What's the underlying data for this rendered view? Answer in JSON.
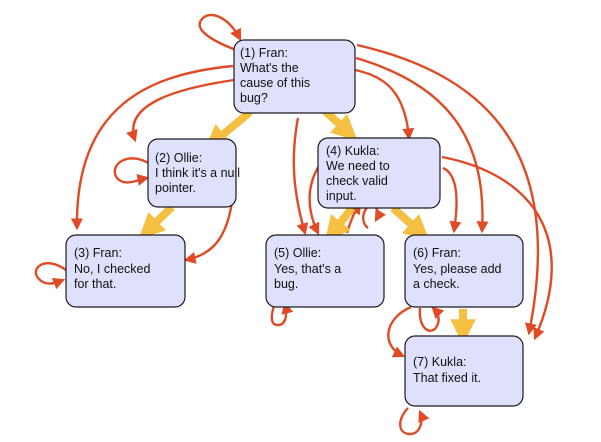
{
  "diagram": {
    "nodes": [
      {
        "id": "n1",
        "lines": [
          "(1) Fran:",
          "What's the",
          "cause of this",
          "bug?"
        ]
      },
      {
        "id": "n2",
        "lines": [
          "(2) Ollie:",
          "I think it's a null",
          "pointer."
        ]
      },
      {
        "id": "n3",
        "lines": [
          "(3) Fran:",
          "No, I checked",
          "for that."
        ]
      },
      {
        "id": "n4",
        "lines": [
          "(4) Kukla:",
          "We need to",
          "check valid",
          "input."
        ]
      },
      {
        "id": "n5",
        "lines": [
          "(5) Ollie:",
          "Yes, that's a",
          "bug."
        ]
      },
      {
        "id": "n6",
        "lines": [
          "(6) Fran:",
          "Yes, please add",
          "a check."
        ]
      },
      {
        "id": "n7",
        "lines": [
          "(7) Kukla:",
          "That fixed it."
        ]
      }
    ],
    "colors": {
      "node_fill": "#dfe0fb",
      "node_border": "#1a1a1a",
      "red_edge": "#e04a25",
      "yellow_edge": "#f5bf42"
    },
    "yellow_edges": [
      {
        "from": "n1",
        "to": "n2"
      },
      {
        "from": "n1",
        "to": "n4"
      },
      {
        "from": "n2",
        "to": "n3"
      },
      {
        "from": "n4",
        "to": "n5"
      },
      {
        "from": "n4",
        "to": "n6"
      },
      {
        "from": "n6",
        "to": "n7"
      }
    ],
    "red_edges": [
      {
        "from": "n1",
        "to": "n1"
      },
      {
        "from": "n1",
        "to": "n2"
      },
      {
        "from": "n1",
        "to": "n3"
      },
      {
        "from": "n1",
        "to": "n4"
      },
      {
        "from": "n1",
        "to": "n5"
      },
      {
        "from": "n1",
        "to": "n6"
      },
      {
        "from": "n1",
        "to": "n7"
      },
      {
        "from": "n2",
        "to": "n2"
      },
      {
        "from": "n2",
        "to": "n3"
      },
      {
        "from": "n3",
        "to": "n3"
      },
      {
        "from": "n4",
        "to": "n4"
      },
      {
        "from": "n4",
        "to": "n5"
      },
      {
        "from": "n4",
        "to": "n6"
      },
      {
        "from": "n4",
        "to": "n7"
      },
      {
        "from": "n5",
        "to": "n4"
      },
      {
        "from": "n5",
        "to": "n5"
      },
      {
        "from": "n6",
        "to": "n6"
      },
      {
        "from": "n6",
        "to": "n7"
      },
      {
        "from": "n7",
        "to": "n7"
      }
    ]
  }
}
